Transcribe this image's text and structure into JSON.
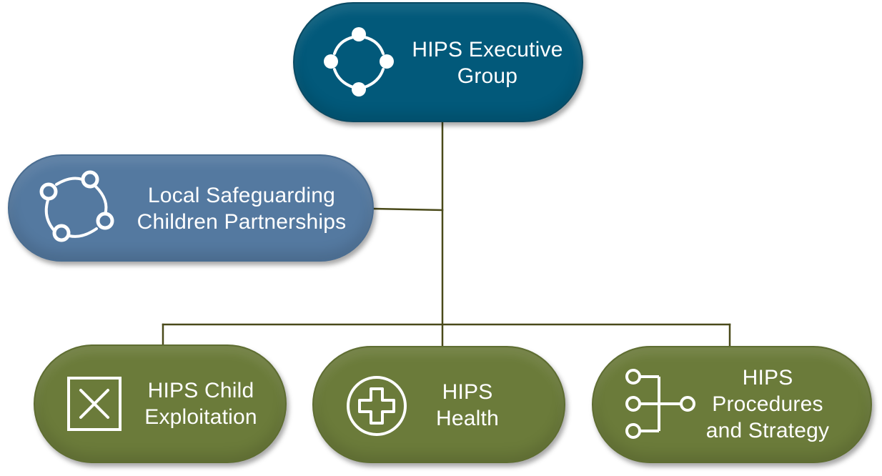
{
  "diagram": {
    "nodes": {
      "executive": {
        "lines": [
          "HIPS Executive",
          "Group"
        ],
        "icon": "cycle-nodes-icon",
        "color": "#02597a"
      },
      "lscp": {
        "lines": [
          "Local Safeguarding",
          "Children Partnerships"
        ],
        "icon": "network-nodes-icon",
        "color": "#5479a0"
      },
      "child_exploitation": {
        "lines": [
          "HIPS Child",
          "Exploitation"
        ],
        "icon": "x-box-icon",
        "color": "#6b7b3a"
      },
      "health": {
        "lines": [
          "HIPS",
          "Health"
        ],
        "icon": "medical-cross-icon",
        "color": "#6b7b3a"
      },
      "procedures": {
        "lines": [
          "HIPS",
          "Procedures",
          "and Strategy"
        ],
        "icon": "hierarchy-nodes-icon",
        "color": "#6b7b3a"
      }
    },
    "connector_color": "#4a4a1a",
    "edges": [
      [
        "executive",
        "lscp"
      ],
      [
        "executive",
        "child_exploitation"
      ],
      [
        "executive",
        "health"
      ],
      [
        "executive",
        "procedures"
      ]
    ]
  }
}
